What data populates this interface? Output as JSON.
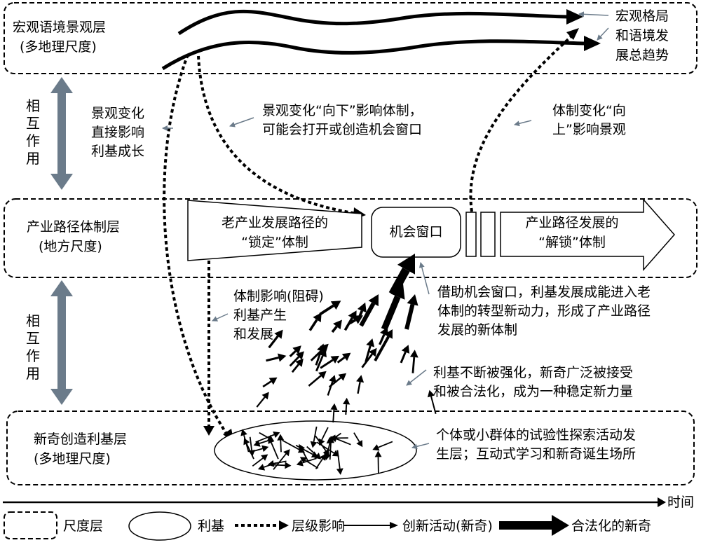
{
  "layers": {
    "macro": {
      "title": "宏观语境景观层",
      "scale": "(多地理尺度)"
    },
    "regime": {
      "title": "产业路径体制层",
      "scale": "(地方尺度)"
    },
    "niche": {
      "title": "新奇创造利基层",
      "scale": "(多地理尺度)"
    }
  },
  "interaction": [
    "相",
    "互",
    "作",
    "用"
  ],
  "boxes": {
    "locked_line1": "老产业发展路径的",
    "locked_line2": "“锁定”体制",
    "window": "机会窗口",
    "unlocked_line1": "产业路径发展的",
    "unlocked_line2": "“解锁”体制"
  },
  "annotations": {
    "macro_trend": [
      "宏观格局",
      "和语境发",
      "展总趋势"
    ],
    "landscape_direct": [
      "景观变化",
      "直接影响",
      "利基成长"
    ],
    "landscape_down": [
      "景观变化“向下”影响体制，",
      "可能会打开或创造机会窗口"
    ],
    "regime_up": [
      "体制变化“向",
      "上”影响景观"
    ],
    "regime_hinder": [
      "体制影响(阻碍)",
      "利基产生",
      "和发展"
    ],
    "window_niche": [
      "借助机会窗口，利基发展成能进入老",
      "体制的转型新动力，形成了产业路径",
      "发展的新体制"
    ],
    "strengthen": [
      "利基不断被强化，新奇广泛被接受",
      "和被合法化，成为一种稳定新力量"
    ],
    "experiment": [
      "个体或小群体的试验性探索活动发",
      "生层；互动式学习和新奇诞生场所"
    ]
  },
  "time_axis": "时间",
  "legend": {
    "scale_layer": "尺度层",
    "niche": "利基",
    "level_influence": "层级影响",
    "innovation": "创新活动(新奇)",
    "legitimized": "合法化的新奇"
  }
}
